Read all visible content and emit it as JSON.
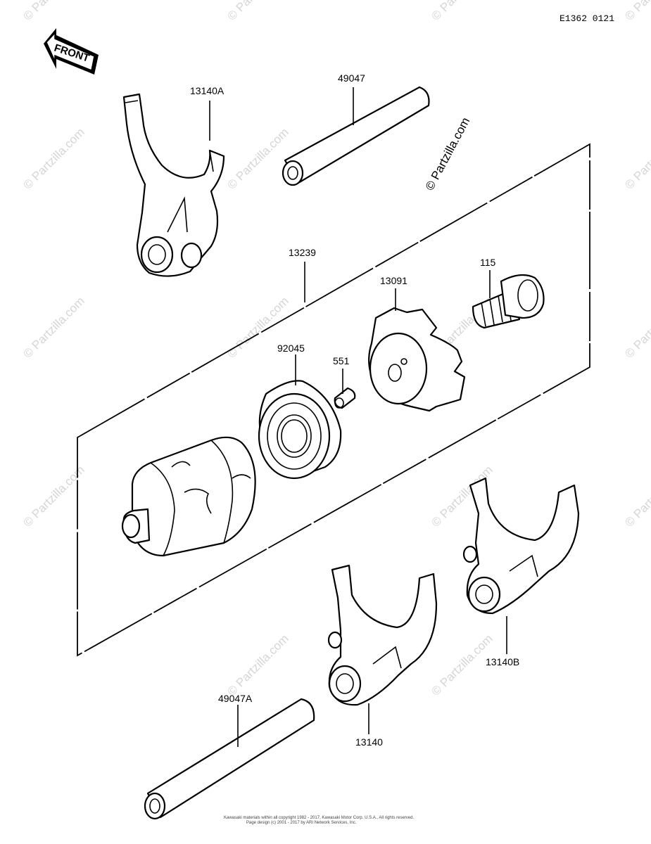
{
  "header": {
    "diagram_code": "E1362 0121"
  },
  "front_arrow": {
    "label": "FRONT"
  },
  "callouts": {
    "fork_13140a": "13140A",
    "shaft_49047": "49047",
    "drum_13239": "13239",
    "bolt_115": "115",
    "plate_13091": "13091",
    "bearing_92045": "92045",
    "pin_551": "551",
    "fork_13140b": "13140B",
    "shaft_49047a": "49047A",
    "fork_13140": "13140"
  },
  "watermarks": {
    "main": "© Partzilla.com",
    "tiles": [
      "© Partzilla.com",
      "© Partzilla.com",
      "© Partzilla.com",
      "© Partzilla.com",
      "© Partzilla.com",
      "© Partzilla.com",
      "© Partzilla.com",
      "© Partzilla.com",
      "© Partzilla.com",
      "© Partzilla.com",
      "© Partzilla.com",
      "© Partzilla.com",
      "© Partzilla.com",
      "© Partzilla.com",
      "© Partzilla.com",
      "© Partzilla.com"
    ]
  },
  "footer": {
    "line1": "Kawasaki materials within all copyright 1982 - 2017, Kawasaki Motor Corp. U.S.A., All rights reserved.",
    "line2": "Page design (c) 2001 - 2017 by ARI Network Services, Inc."
  }
}
